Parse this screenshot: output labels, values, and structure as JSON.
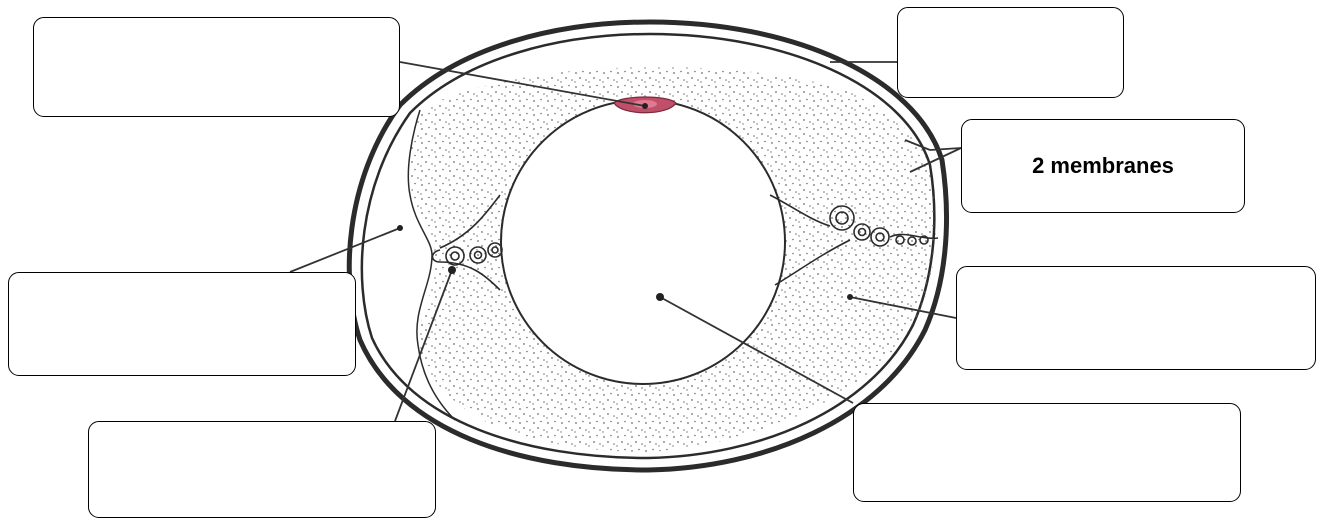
{
  "diagram": {
    "subject": "egg-cross-section",
    "colors": {
      "outline": "#2b2b2b",
      "stipple": "#6f6f6f",
      "germinal_disc": "#c0506a",
      "germinal_disc_light": "#e07a92",
      "background": "#ffffff"
    },
    "labels": [
      {
        "id": "label-shell",
        "text": ""
      },
      {
        "id": "label-top-right",
        "text": ""
      },
      {
        "id": "label-membranes",
        "text": "2 membranes"
      },
      {
        "id": "label-left-mid",
        "text": ""
      },
      {
        "id": "label-bottom-left",
        "text": ""
      },
      {
        "id": "label-right-mid",
        "text": ""
      },
      {
        "id": "label-bottom-right",
        "text": ""
      }
    ]
  }
}
